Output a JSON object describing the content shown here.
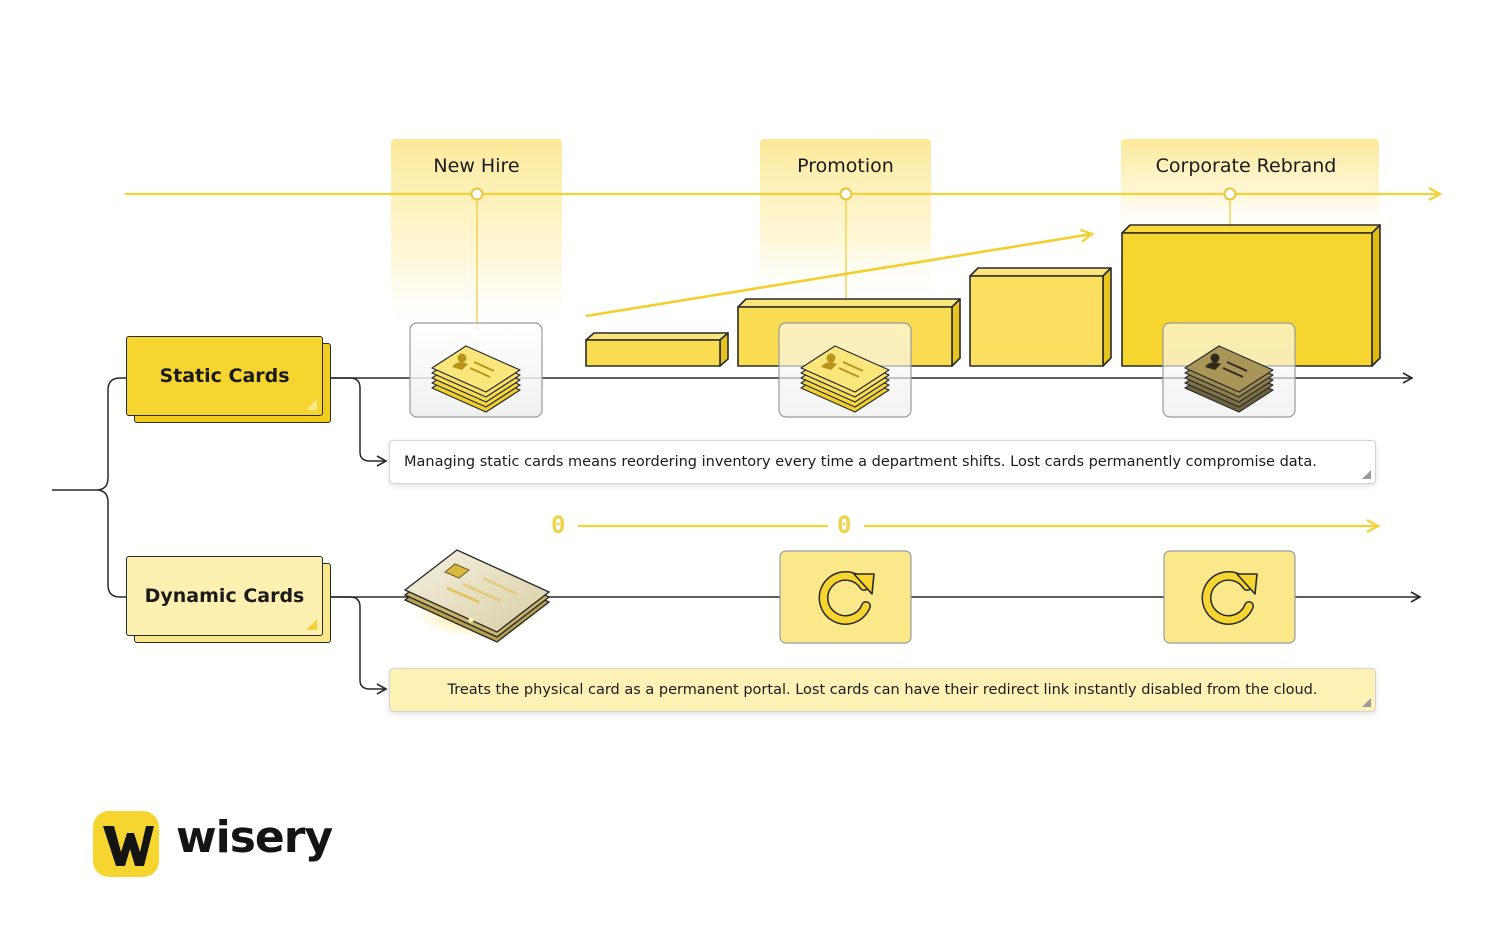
{
  "events": [
    {
      "label": "New Hire"
    },
    {
      "label": "Promotion"
    },
    {
      "label": "Corporate Rebrand"
    }
  ],
  "static_group": {
    "label": "Static Cards",
    "note": "Managing static cards means reordering inventory every time a department shifts. Lost cards permanently compromise data."
  },
  "dynamic_group": {
    "label": "Dynamic Cards",
    "note": "Treats the physical card as a permanent portal. Lost cards can have their redirect link instantly disabled from the cloud.",
    "zero_markers": [
      "0",
      "0"
    ]
  },
  "icons": {
    "static_stack": "business-card-stack-icon",
    "dynamic_card": "smart-card-icon",
    "refresh": "refresh-icon"
  },
  "brand": {
    "name": "wisery",
    "mark_letter": "W"
  },
  "colors": {
    "accent": "#f7d530",
    "accent_light": "#fbe88a",
    "pale": "#fdf3c2",
    "line": "#2a2a2a"
  }
}
